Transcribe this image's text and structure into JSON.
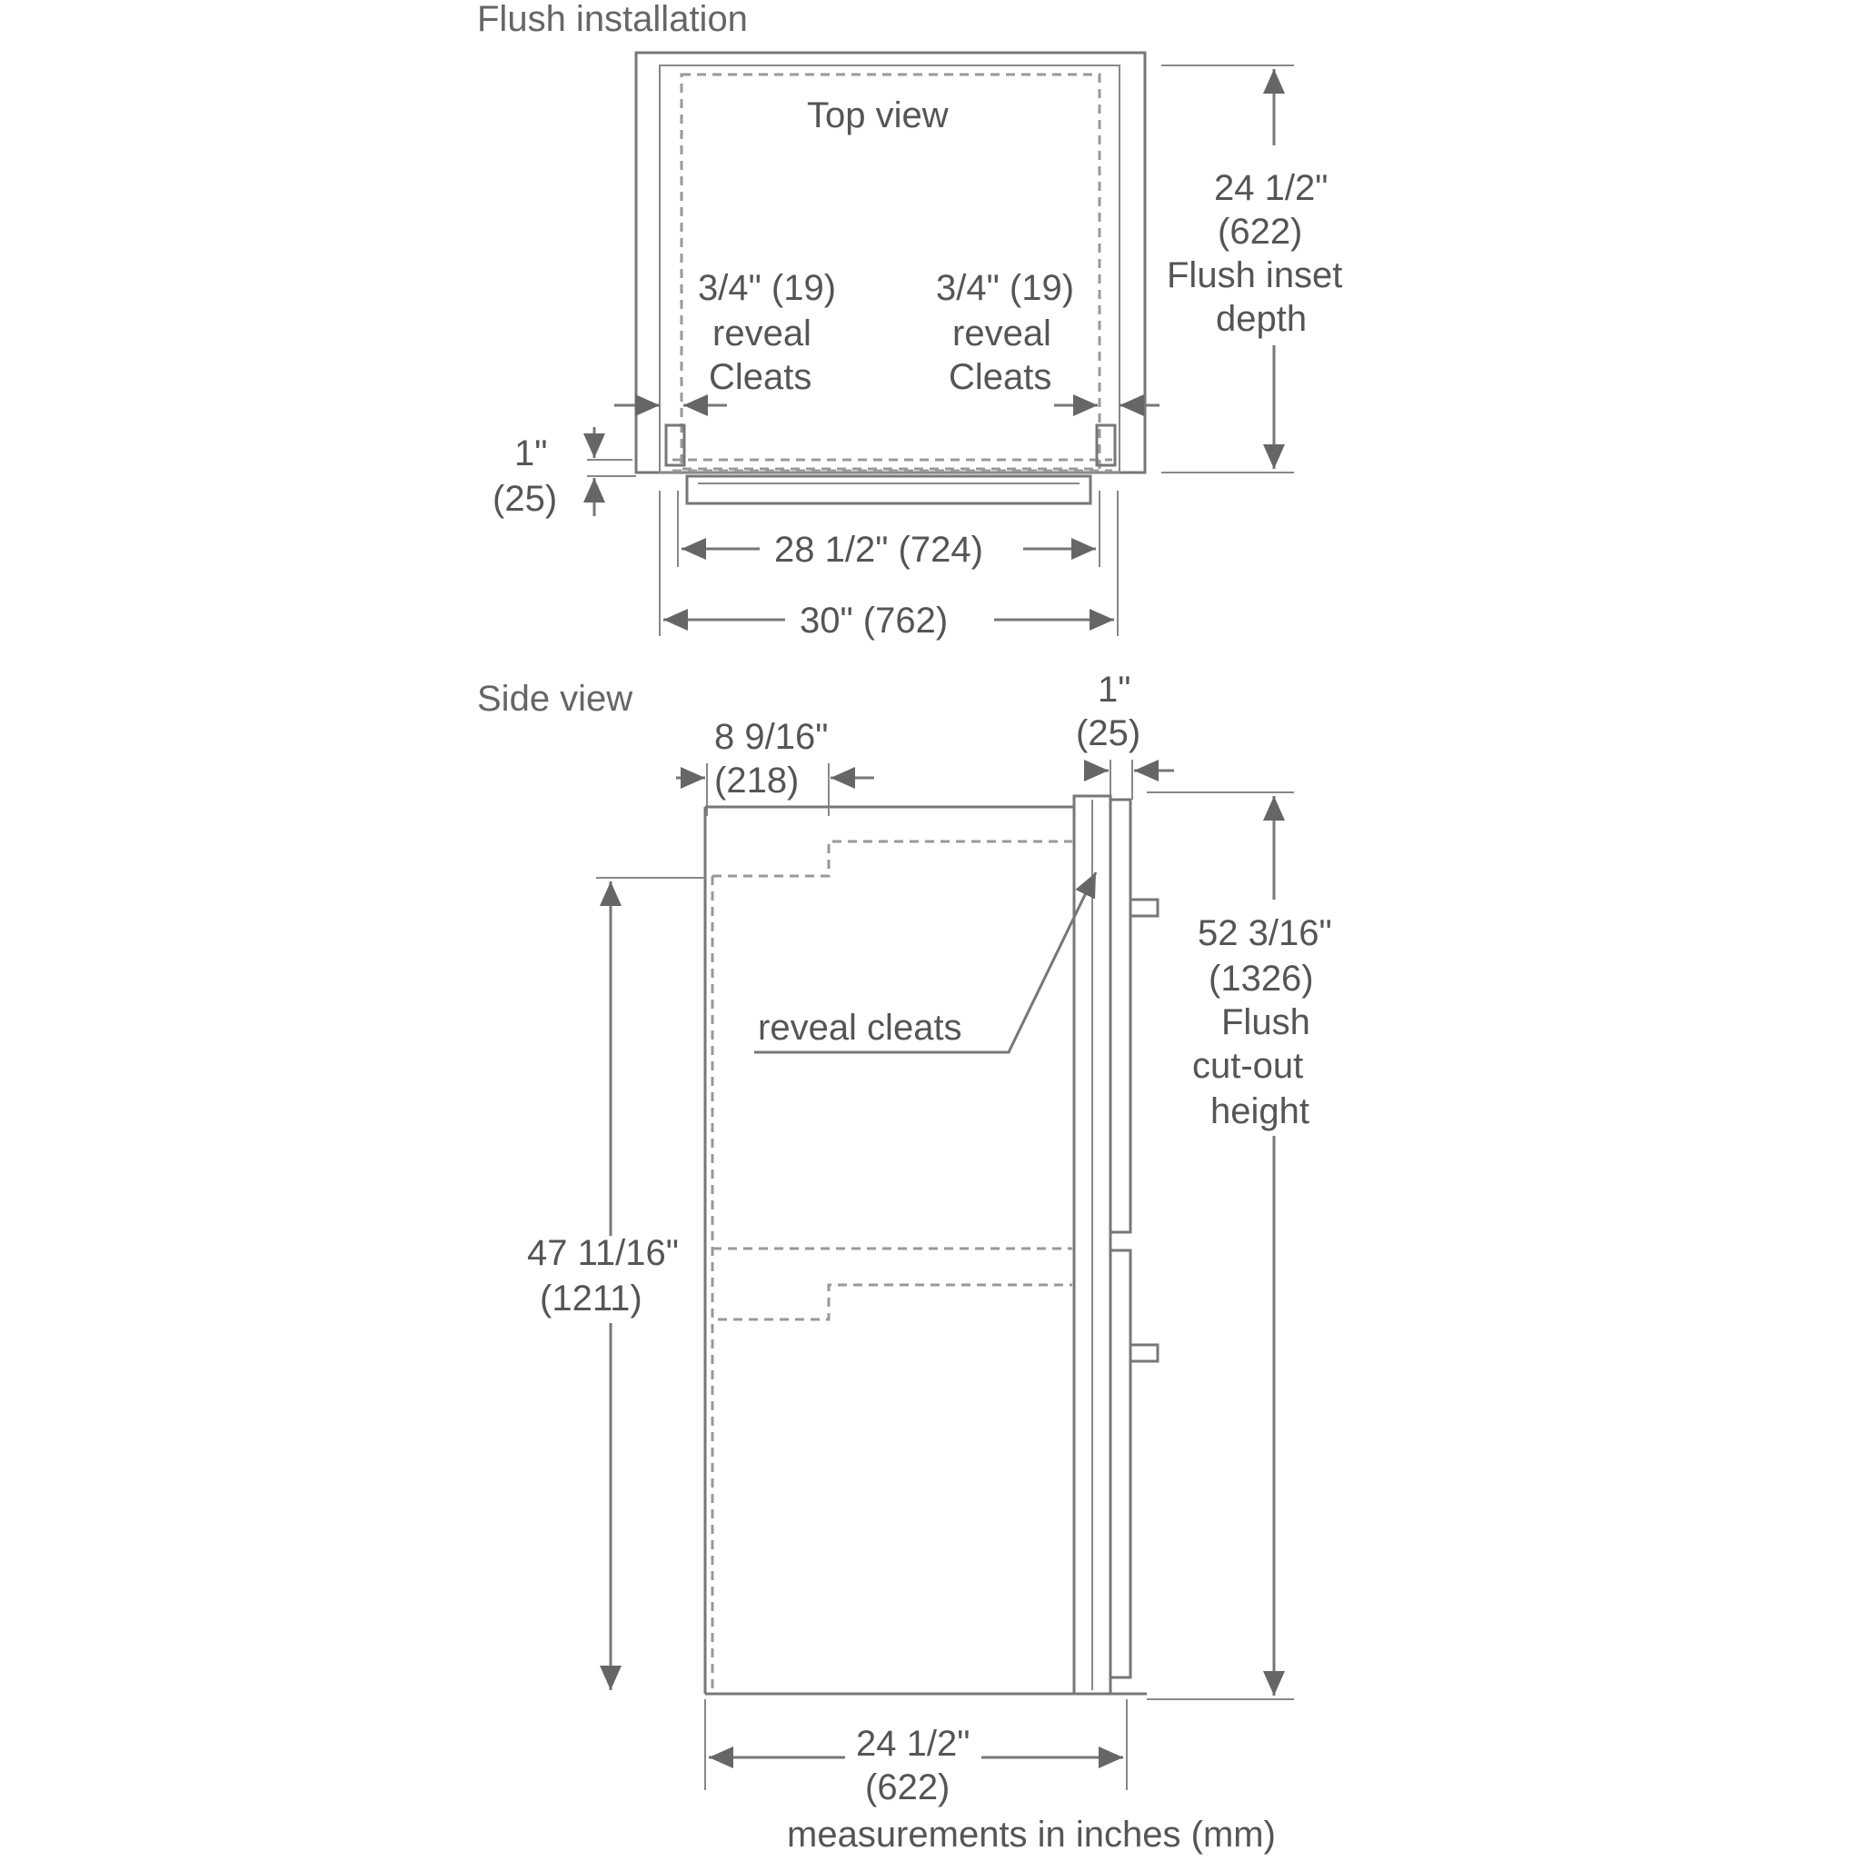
{
  "top_view": {
    "section_title": "Flush installation",
    "view_label": "Top view",
    "left_cleat": {
      "line1": "3/4\" (19)",
      "line2": "reveal",
      "line3": "Cleats"
    },
    "right_cleat": {
      "line1": "3/4\" (19)",
      "line2": "reveal",
      "line3": "Cleats"
    },
    "depth": {
      "line1": "24 1/2\"",
      "line2": "(622)",
      "line3": "Flush inset",
      "line4": "depth"
    },
    "offset": {
      "line1": "1\"",
      "line2": "(25)"
    },
    "inner_width": "28 1/2\" (724)",
    "outer_width": "30\" (762)"
  },
  "side_view": {
    "section_title": "Side view",
    "top_depth": {
      "line1": "8 9/16\"",
      "line2": "(218)"
    },
    "panel": {
      "line1": "1\"",
      "line2": "(25)"
    },
    "cleats_label": "reveal cleats",
    "height": {
      "line1": "52 3/16\"",
      "line2": "(1326)",
      "line3": "Flush",
      "line4": "cut-out",
      "line5": "height"
    },
    "inner_height": {
      "line1": "47 11/16\"",
      "line2": "(1211)"
    },
    "depth": {
      "line1": "24 1/2\"",
      "line2": "(622)"
    }
  },
  "footer_note": "measurements in inches (mm)",
  "colors": {
    "line": "#777777",
    "text": "#555555",
    "background": "#ffffff"
  }
}
